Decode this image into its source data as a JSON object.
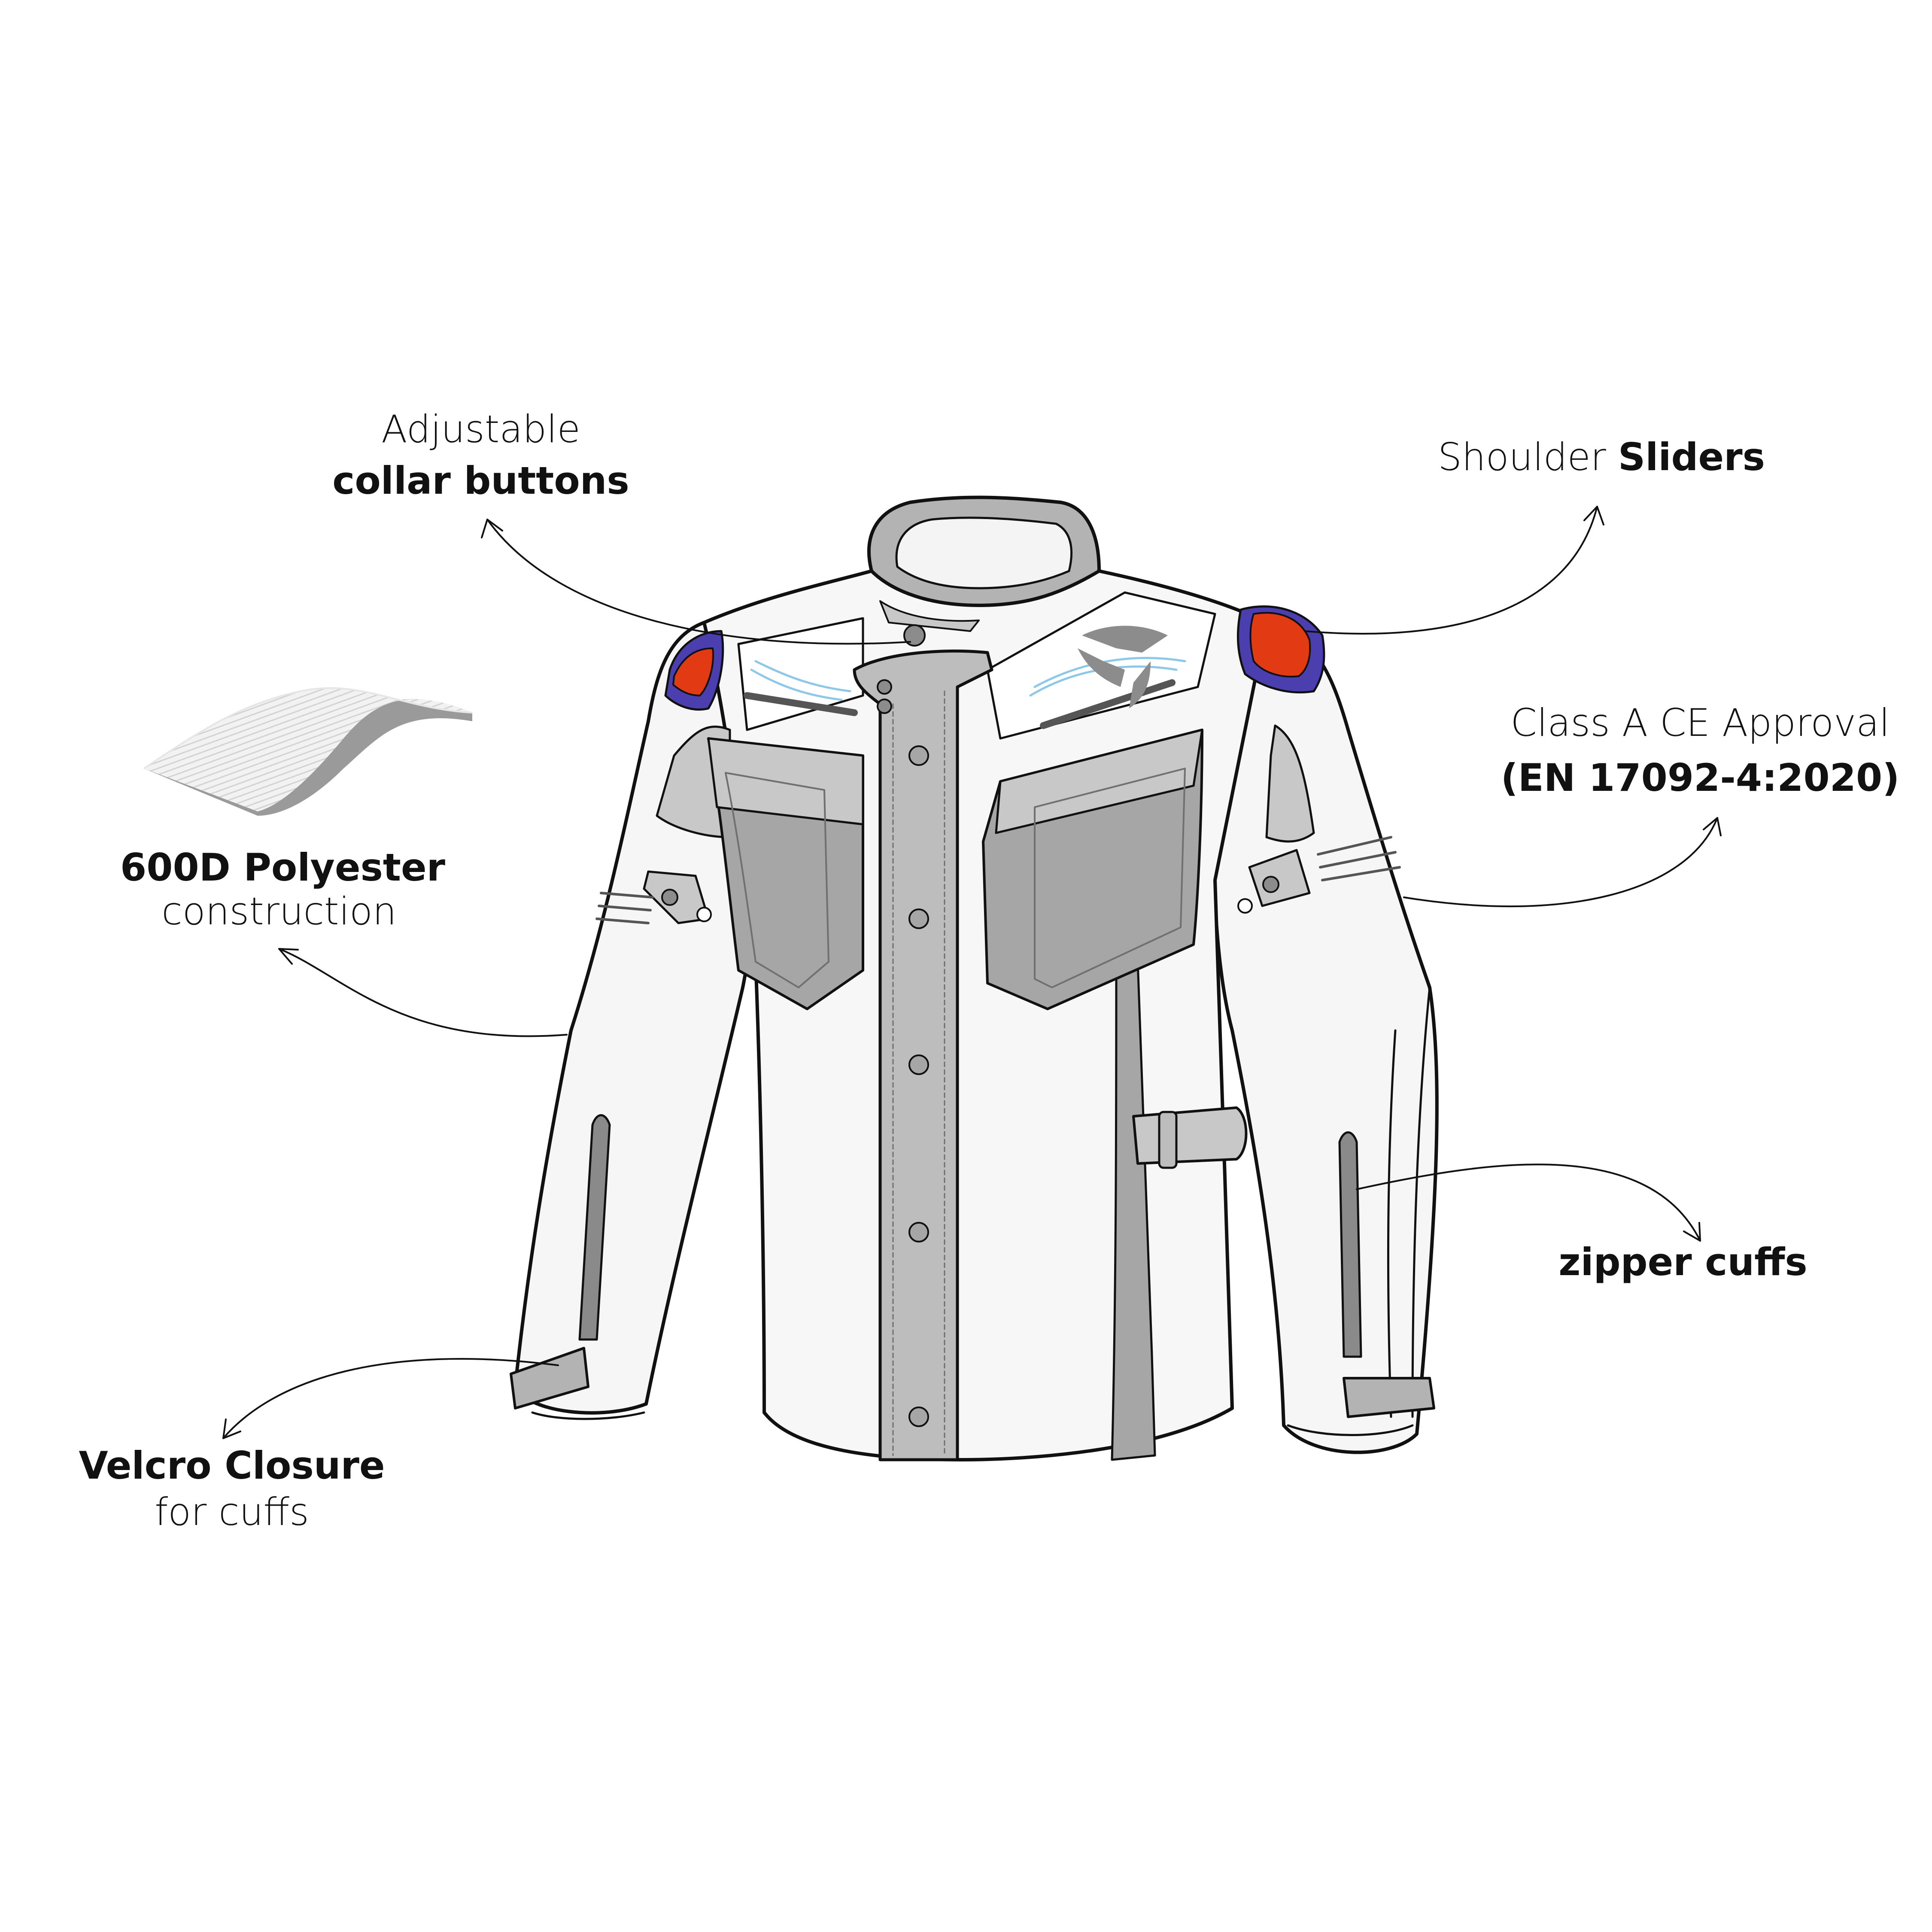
{
  "callouts": {
    "collar": {
      "light": "Adjustable",
      "bold": "collar buttons"
    },
    "shoulder": {
      "light": "Shoulder",
      "bold": "Sliders"
    },
    "ce_approval": {
      "light": "Class A CE Approval",
      "bold": "(EN 17092-4:2020)"
    },
    "polyester": {
      "bold": "600D Polyester",
      "light": "construction"
    },
    "zipper": {
      "bold": "zipper cuffs"
    },
    "velcro": {
      "bold": "Velcro Closure",
      "light": "for cuffs"
    }
  },
  "icons": [
    "jacket-illustration",
    "fabric-swatch-icon",
    "arrow-icon",
    "logo-icon",
    "air-vent-icon",
    "button-icon"
  ],
  "colors": {
    "outline": "#111111",
    "body_white": "#f4f4f4",
    "panel_light_gray": "#c8c8c8",
    "panel_gray": "#a6a6a6",
    "placket_gray": "#bdbdbd",
    "shoulder_red": "#e23a12",
    "shoulder_blue": "#4b3fb0",
    "vent_blue": "#8ec8e8"
  }
}
